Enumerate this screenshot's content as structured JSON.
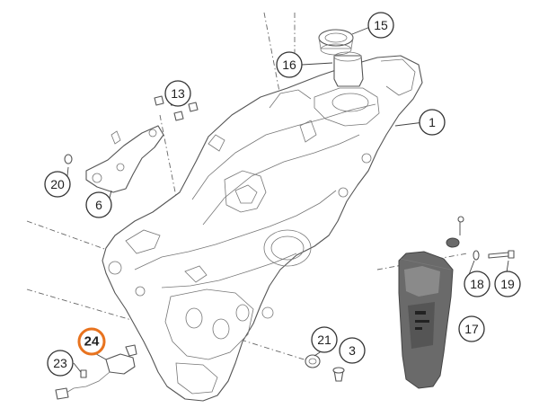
{
  "diagram": {
    "callouts": [
      {
        "id": "c1",
        "label": "1"
      },
      {
        "id": "c3",
        "label": "3"
      },
      {
        "id": "c6",
        "label": "6"
      },
      {
        "id": "c13",
        "label": "13"
      },
      {
        "id": "c15",
        "label": "15"
      },
      {
        "id": "c16",
        "label": "16"
      },
      {
        "id": "c17",
        "label": "17"
      },
      {
        "id": "c18",
        "label": "18"
      },
      {
        "id": "c19",
        "label": "19"
      },
      {
        "id": "c20",
        "label": "20"
      },
      {
        "id": "c21",
        "label": "21"
      },
      {
        "id": "c23",
        "label": "23"
      },
      {
        "id": "c24",
        "label": "24"
      }
    ],
    "highlighted_callout": "24",
    "colors": {
      "outline": "#555555",
      "highlight": "#e8731f",
      "part_fill": "#6a6a6a"
    }
  }
}
